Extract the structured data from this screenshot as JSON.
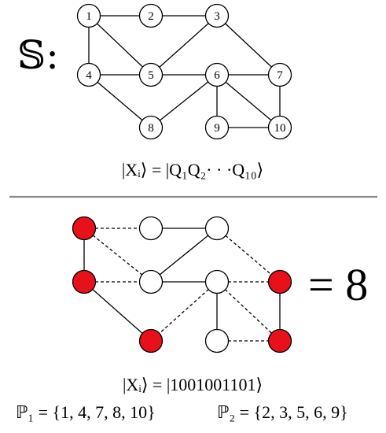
{
  "top_panel": {
    "graph_symbol": "𝕊:",
    "nodes": [
      {
        "id": "1",
        "label": "1"
      },
      {
        "id": "2",
        "label": "2"
      },
      {
        "id": "3",
        "label": "3"
      },
      {
        "id": "4",
        "label": "4"
      },
      {
        "id": "5",
        "label": "5"
      },
      {
        "id": "6",
        "label": "6"
      },
      {
        "id": "7",
        "label": "7"
      },
      {
        "id": "8",
        "label": "8"
      },
      {
        "id": "9",
        "label": "9"
      },
      {
        "id": "10",
        "label": "10"
      }
    ],
    "edges": [
      [
        "1",
        "2"
      ],
      [
        "2",
        "3"
      ],
      [
        "1",
        "4"
      ],
      [
        "1",
        "5"
      ],
      [
        "3",
        "5"
      ],
      [
        "3",
        "7"
      ],
      [
        "4",
        "5"
      ],
      [
        "4",
        "8"
      ],
      [
        "5",
        "6"
      ],
      [
        "6",
        "7"
      ],
      [
        "6",
        "8"
      ],
      [
        "6",
        "9"
      ],
      [
        "6",
        "10"
      ],
      [
        "7",
        "10"
      ],
      [
        "9",
        "10"
      ]
    ],
    "state_equation": "|Xᵢ⟩ = |Q₁Q₂· · ·Q₁₀⟩"
  },
  "bottom_panel": {
    "bitstring": "1001001101",
    "colors": {
      "set_1": "#e8111a",
      "set_2": "#ffffff"
    },
    "cut_value_label": "= 8",
    "state_equation": "|Xᵢ⟩ = |1001001101⟩",
    "partition_1": "ℙ₁ = {1, 4, 7, 8, 10}",
    "partition_2": "ℙ₂ = {2, 3, 5, 6, 9}"
  }
}
